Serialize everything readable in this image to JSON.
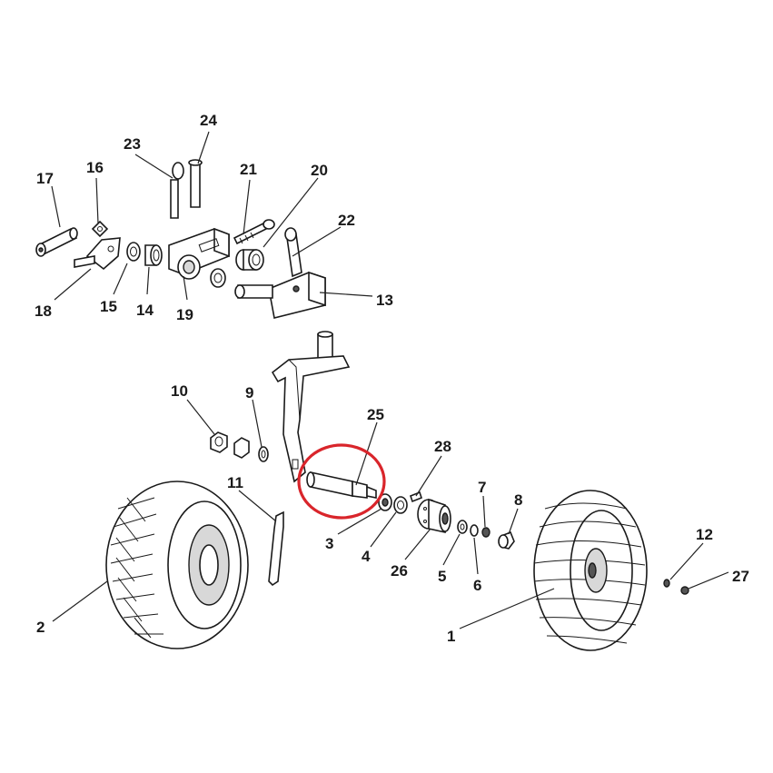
{
  "callouts": [
    {
      "id": "1",
      "text": "1"
    },
    {
      "id": "2",
      "text": "2"
    },
    {
      "id": "3",
      "text": "3"
    },
    {
      "id": "4",
      "text": "4"
    },
    {
      "id": "5",
      "text": "5"
    },
    {
      "id": "6",
      "text": "6"
    },
    {
      "id": "7",
      "text": "7"
    },
    {
      "id": "8",
      "text": "8"
    },
    {
      "id": "9",
      "text": "9"
    },
    {
      "id": "10",
      "text": "10"
    },
    {
      "id": "11",
      "text": "11"
    },
    {
      "id": "12",
      "text": "12"
    },
    {
      "id": "13",
      "text": "13"
    },
    {
      "id": "14",
      "text": "14"
    },
    {
      "id": "15",
      "text": "15"
    },
    {
      "id": "16",
      "text": "16"
    },
    {
      "id": "17",
      "text": "17"
    },
    {
      "id": "18",
      "text": "18"
    },
    {
      "id": "19",
      "text": "19"
    },
    {
      "id": "20",
      "text": "20"
    },
    {
      "id": "21",
      "text": "21"
    },
    {
      "id": "22",
      "text": "22"
    },
    {
      "id": "23",
      "text": "23"
    },
    {
      "id": "24",
      "text": "24"
    },
    {
      "id": "25",
      "text": "25"
    },
    {
      "id": "26",
      "text": "26"
    },
    {
      "id": "27",
      "text": "27"
    },
    {
      "id": "28",
      "text": "28"
    }
  ],
  "highlight": {
    "target": "25",
    "color": "#d9252b"
  },
  "colors": {
    "ink": "#1a1a1a",
    "background": "#ffffff"
  }
}
